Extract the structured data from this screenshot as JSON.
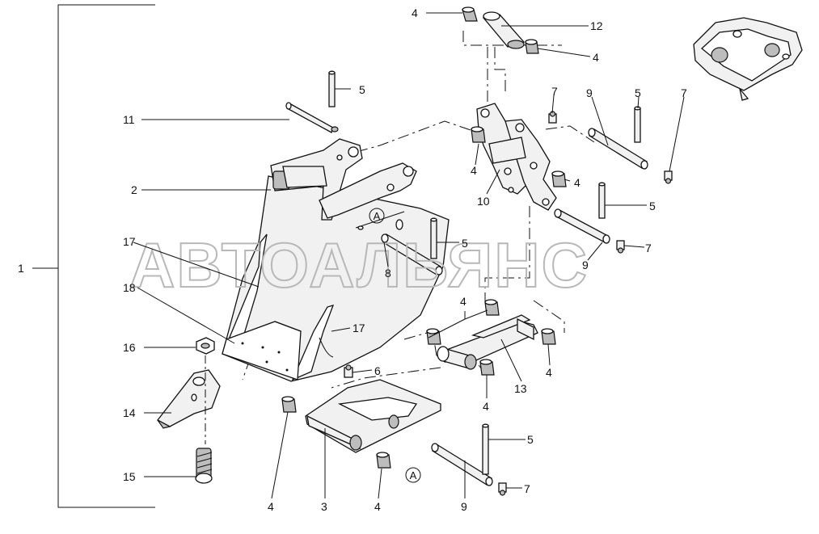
{
  "watermark": "АВТОАЛЬЯНС",
  "detail_marker": "A",
  "callouts": [
    {
      "id": "c1",
      "text": "1"
    },
    {
      "id": "c2",
      "text": "2"
    },
    {
      "id": "c3",
      "text": "3"
    },
    {
      "id": "c4a",
      "text": "4"
    },
    {
      "id": "c4b",
      "text": "4"
    },
    {
      "id": "c4c",
      "text": "4"
    },
    {
      "id": "c4d",
      "text": "4"
    },
    {
      "id": "c4e",
      "text": "4"
    },
    {
      "id": "c4f",
      "text": "4"
    },
    {
      "id": "c4g",
      "text": "4"
    },
    {
      "id": "c4h",
      "text": "4"
    },
    {
      "id": "c4i",
      "text": "4"
    },
    {
      "id": "c5a",
      "text": "5"
    },
    {
      "id": "c5b",
      "text": "5"
    },
    {
      "id": "c5c",
      "text": "5"
    },
    {
      "id": "c5d",
      "text": "5"
    },
    {
      "id": "c5e",
      "text": "5"
    },
    {
      "id": "c6",
      "text": "6"
    },
    {
      "id": "c7a",
      "text": "7"
    },
    {
      "id": "c7b",
      "text": "7"
    },
    {
      "id": "c7c",
      "text": "7"
    },
    {
      "id": "c7d",
      "text": "7"
    },
    {
      "id": "c8",
      "text": "8"
    },
    {
      "id": "c9a",
      "text": "9"
    },
    {
      "id": "c9b",
      "text": "9"
    },
    {
      "id": "c9c",
      "text": "9"
    },
    {
      "id": "c10",
      "text": "10"
    },
    {
      "id": "c11",
      "text": "11"
    },
    {
      "id": "c12",
      "text": "12"
    },
    {
      "id": "c13",
      "text": "13"
    },
    {
      "id": "c14",
      "text": "14"
    },
    {
      "id": "c15",
      "text": "15"
    },
    {
      "id": "c16",
      "text": "16"
    },
    {
      "id": "c17a",
      "text": "17"
    },
    {
      "id": "c17b",
      "text": "17"
    },
    {
      "id": "c18",
      "text": "18"
    }
  ]
}
